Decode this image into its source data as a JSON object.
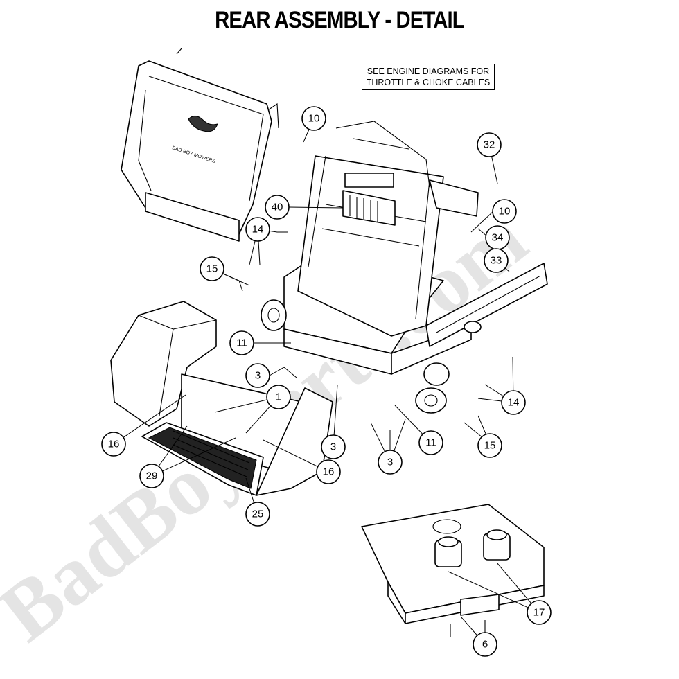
{
  "title": "REAR ASSEMBLY - DETAIL",
  "note": {
    "line1": "SEE ENGINE DIAGRAMS FOR",
    "line2": "THROTTLE & CHOKE CABLES"
  },
  "watermark": "BadBoyParts.com",
  "seat_logo_text": "BAD BOY MOWERS",
  "callouts": [
    {
      "id": "c10a",
      "label": "10"
    },
    {
      "id": "c32",
      "label": "32"
    },
    {
      "id": "c40",
      "label": "40"
    },
    {
      "id": "c10b",
      "label": "10"
    },
    {
      "id": "c14a",
      "label": "14"
    },
    {
      "id": "c34",
      "label": "34"
    },
    {
      "id": "c33",
      "label": "33"
    },
    {
      "id": "c15a",
      "label": "15"
    },
    {
      "id": "c11a",
      "label": "11"
    },
    {
      "id": "c3a",
      "label": "3"
    },
    {
      "id": "c1",
      "label": "1"
    },
    {
      "id": "c14b",
      "label": "14"
    },
    {
      "id": "c16a",
      "label": "16"
    },
    {
      "id": "c3b",
      "label": "3"
    },
    {
      "id": "c11b",
      "label": "11"
    },
    {
      "id": "c15b",
      "label": "15"
    },
    {
      "id": "c29",
      "label": "29"
    },
    {
      "id": "c16b",
      "label": "16"
    },
    {
      "id": "c3c",
      "label": "3"
    },
    {
      "id": "c25",
      "label": "25"
    },
    {
      "id": "c17",
      "label": "17"
    },
    {
      "id": "c6",
      "label": "6"
    }
  ]
}
